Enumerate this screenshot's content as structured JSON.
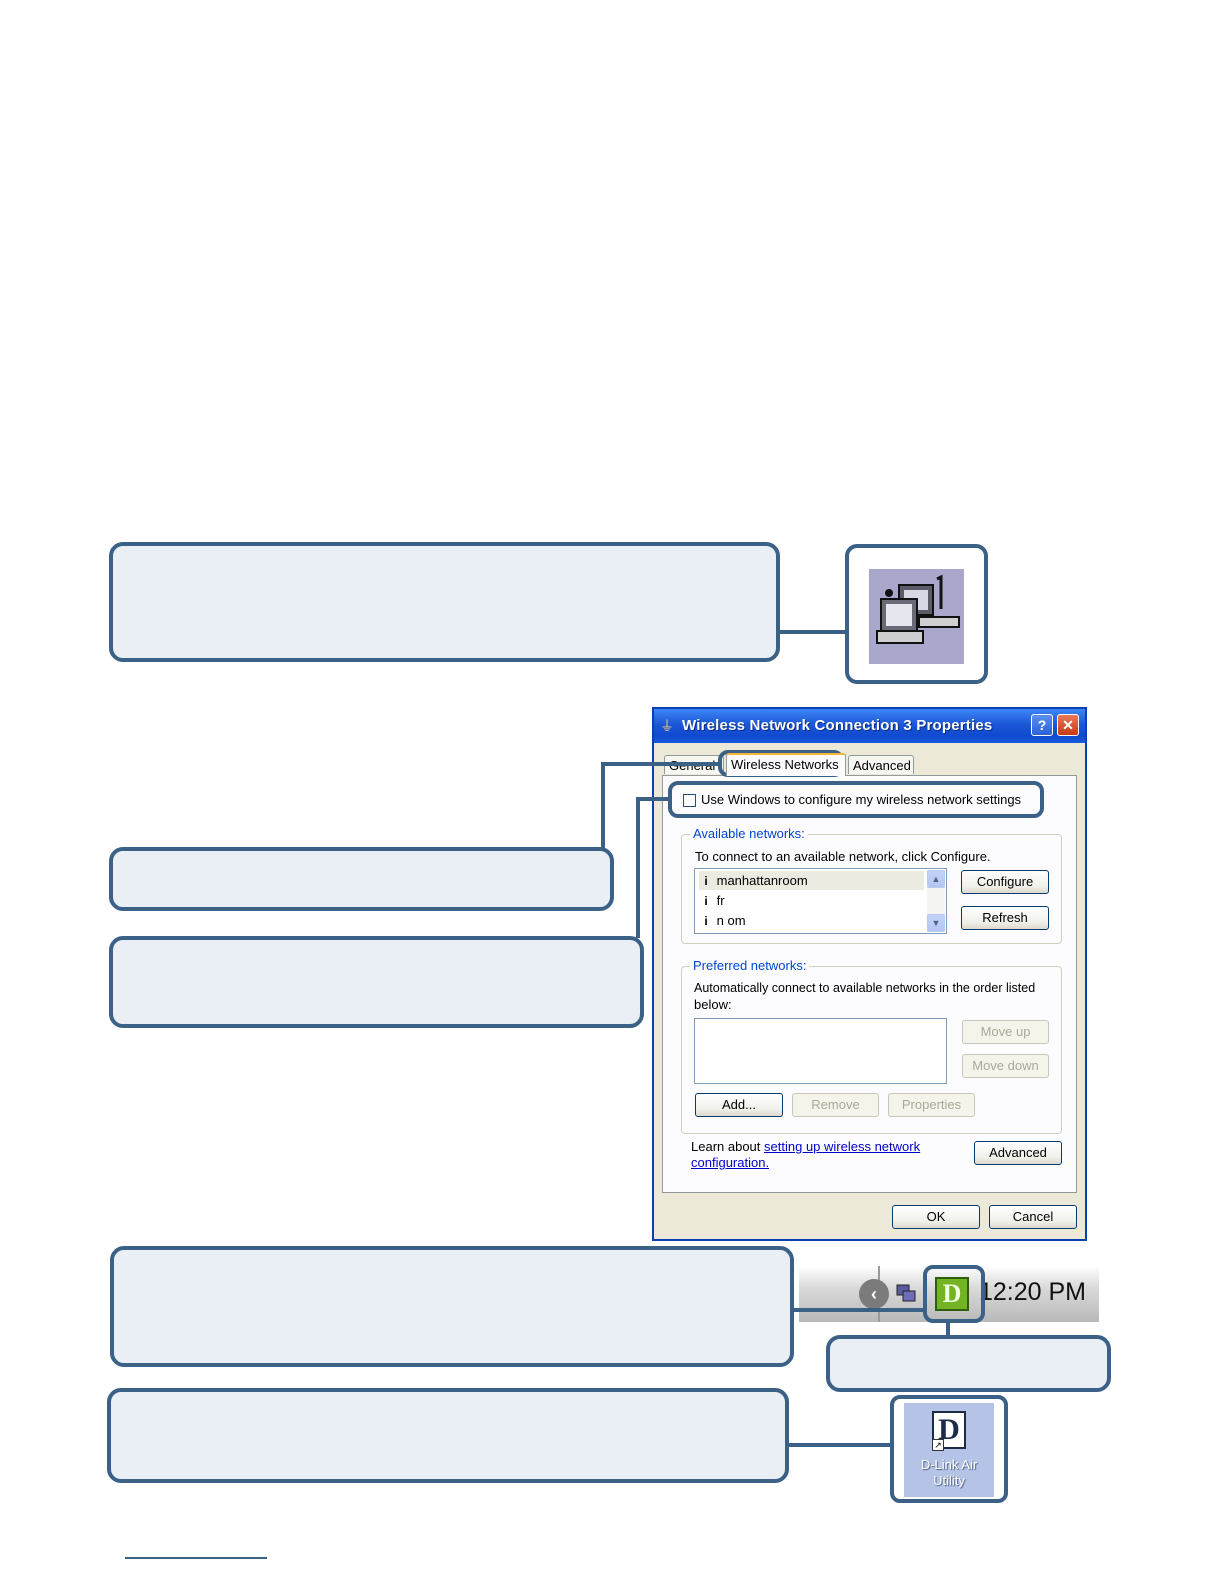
{
  "dialog": {
    "title": "Wireless Network Connection 3 Properties",
    "help_label": "?",
    "close_label": "✕",
    "tabs": [
      "General",
      "Wireless Networks",
      "Advanced"
    ],
    "use_windows_checkbox_label": "Use Windows to configure my wireless network settings",
    "use_windows_checked": false,
    "available": {
      "title": "Available networks:",
      "instruction": "To connect to an available network, click Configure.",
      "networks": [
        "manhattanroom",
        "fr",
        "n           om"
      ],
      "configure_label": "Configure",
      "refresh_label": "Refresh"
    },
    "preferred": {
      "title": "Preferred networks:",
      "instruction_1": "Automatically connect to available networks in the order listed",
      "instruction_2": "below:",
      "move_up_label": "Move up",
      "move_down_label": "Move down",
      "add_label": "Add...",
      "remove_label": "Remove",
      "properties_label": "Properties"
    },
    "learn_about_prefix": "Learn about",
    "learn_about_link_1": "setting up wireless network",
    "learn_about_link_2": "configuration.",
    "advanced_label": "Advanced",
    "ok_label": "OK",
    "cancel_label": "Cancel"
  },
  "taskbar": {
    "clock": "12:20 PM",
    "tray_icon_letter": "D"
  },
  "desktop_icon": {
    "letter": "D",
    "label_line_1": "D-Link Air",
    "label_line_2": "Utility"
  },
  "colors": {
    "callout_border": "#3b6186",
    "callout_fill": "#eaeff6",
    "xp_title_blue": "#1c57d8",
    "dlink_green": "#73b324"
  }
}
